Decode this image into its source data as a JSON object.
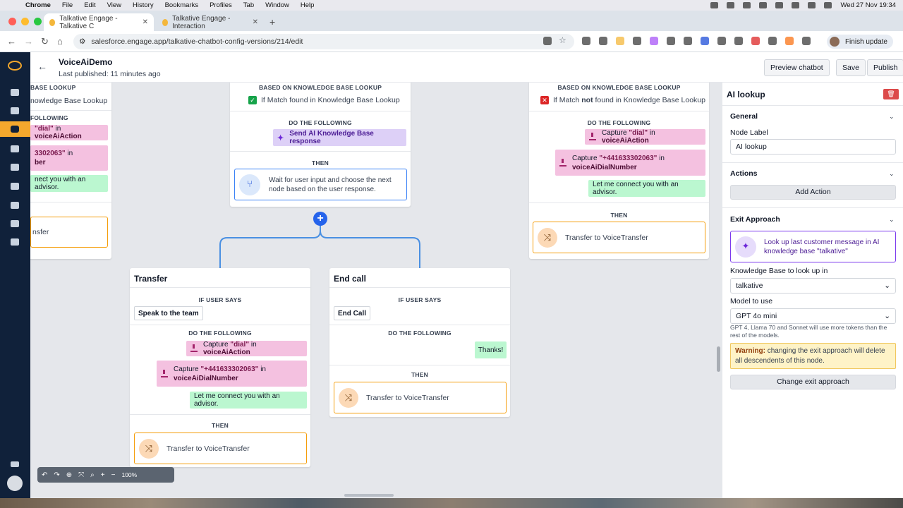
{
  "menubar": {
    "app": "Chrome",
    "items": [
      "File",
      "Edit",
      "View",
      "History",
      "Bookmarks",
      "Profiles",
      "Tab",
      "Window",
      "Help"
    ],
    "datetime": "Wed 27 Nov  19:34"
  },
  "tabs": [
    {
      "label": "Talkative Engage - Talkative C"
    },
    {
      "label": "Talkative Engage - Interaction"
    }
  ],
  "address": {
    "url": "salesforce.engage.app/talkative-chatbot-config-versions/214/edit",
    "finish_update": "Finish update"
  },
  "header": {
    "title": "VoiceAiDemo",
    "subtitle": "Last published: 11 minutes ago",
    "preview": "Preview chatbot",
    "save": "Save",
    "publish": "Publish"
  },
  "canvas": {
    "left_node": {
      "section_kb": "BASE LOOKUP",
      "match_text": "nowledge Base Lookup",
      "section_do": "FOLLOWING",
      "capture1_pre": "\"dial\"",
      "capture1_in": " in ",
      "capture1_var": "voiceAiAction",
      "capture2_value": "3302063\"",
      "capture2_in": " in",
      "capture2_var": "ber",
      "say": "nect you with an advisor.",
      "transfer": "nsfer"
    },
    "center_node": {
      "section_kb": "BASED ON KNOWLEDGE BASE LOOKUP",
      "match_text": "If Match found in Knowledge Base Lookup",
      "section_do": "DO THE FOLLOWING",
      "kb_response": "Send AI Knowledge Base response",
      "section_then": "THEN",
      "wait_text": "Wait for user input and choose the next node based on the user response."
    },
    "right_node": {
      "section_kb": "BASED ON KNOWLEDGE BASE LOOKUP",
      "match_pre": "If Match ",
      "match_not": "not",
      "match_post": " found in Knowledge Base Lookup",
      "section_do": "DO THE FOLLOWING",
      "capture1_label": "Capture ",
      "capture1_value": "\"dial\"",
      "capture1_in": " in ",
      "capture1_var": "voiceAiAction",
      "capture2_label": "Capture ",
      "capture2_value": "\"+441633302063\"",
      "capture2_in": " in",
      "capture2_var": "voiceAiDialNumber",
      "say": "Let me connect you with an advisor.",
      "section_then": "THEN",
      "transfer": "Transfer to VoiceTransfer"
    },
    "transfer_node": {
      "title": "Transfer",
      "section_if": "IF USER SAYS",
      "chip": "Speak to the team",
      "section_do": "DO THE FOLLOWING",
      "capture1_label": "Capture ",
      "capture1_value": "\"dial\"",
      "capture1_in": " in ",
      "capture1_var": "voiceAiAction",
      "capture2_label": "Capture ",
      "capture2_value": "\"+441633302063\"",
      "capture2_in": " in",
      "capture2_var": "voiceAiDialNumber",
      "say": "Let me connect you with an advisor.",
      "section_then": "THEN",
      "transfer": "Transfer to VoiceTransfer"
    },
    "endcall_node": {
      "title": "End call",
      "section_if": "IF USER SAYS",
      "chip": "End Call",
      "section_do": "DO THE FOLLOWING",
      "say": "Thanks!",
      "section_then": "THEN",
      "transfer": "Transfer to VoiceTransfer"
    },
    "zoom_level": "100%"
  },
  "panel": {
    "title": "AI lookup",
    "general": "General",
    "node_label": "Node Label",
    "node_label_value": "AI lookup",
    "actions": "Actions",
    "add_action": "Add Action",
    "exit_approach": "Exit Approach",
    "approach_text": "Look up last customer message in AI knowledge base \"talkative\"",
    "kb_label": "Knowledge Base to look up in",
    "kb_value": "talkative",
    "model_label": "Model to use",
    "model_value": "GPT 4o mini",
    "model_hint": "GPT 4, Llama 70 and Sonnet will use more tokens than the rest of the models.",
    "warning_title": "Warning:",
    "warning_text": " changing the exit approach will delete all descendents of this node.",
    "change_button": "Change exit approach"
  }
}
